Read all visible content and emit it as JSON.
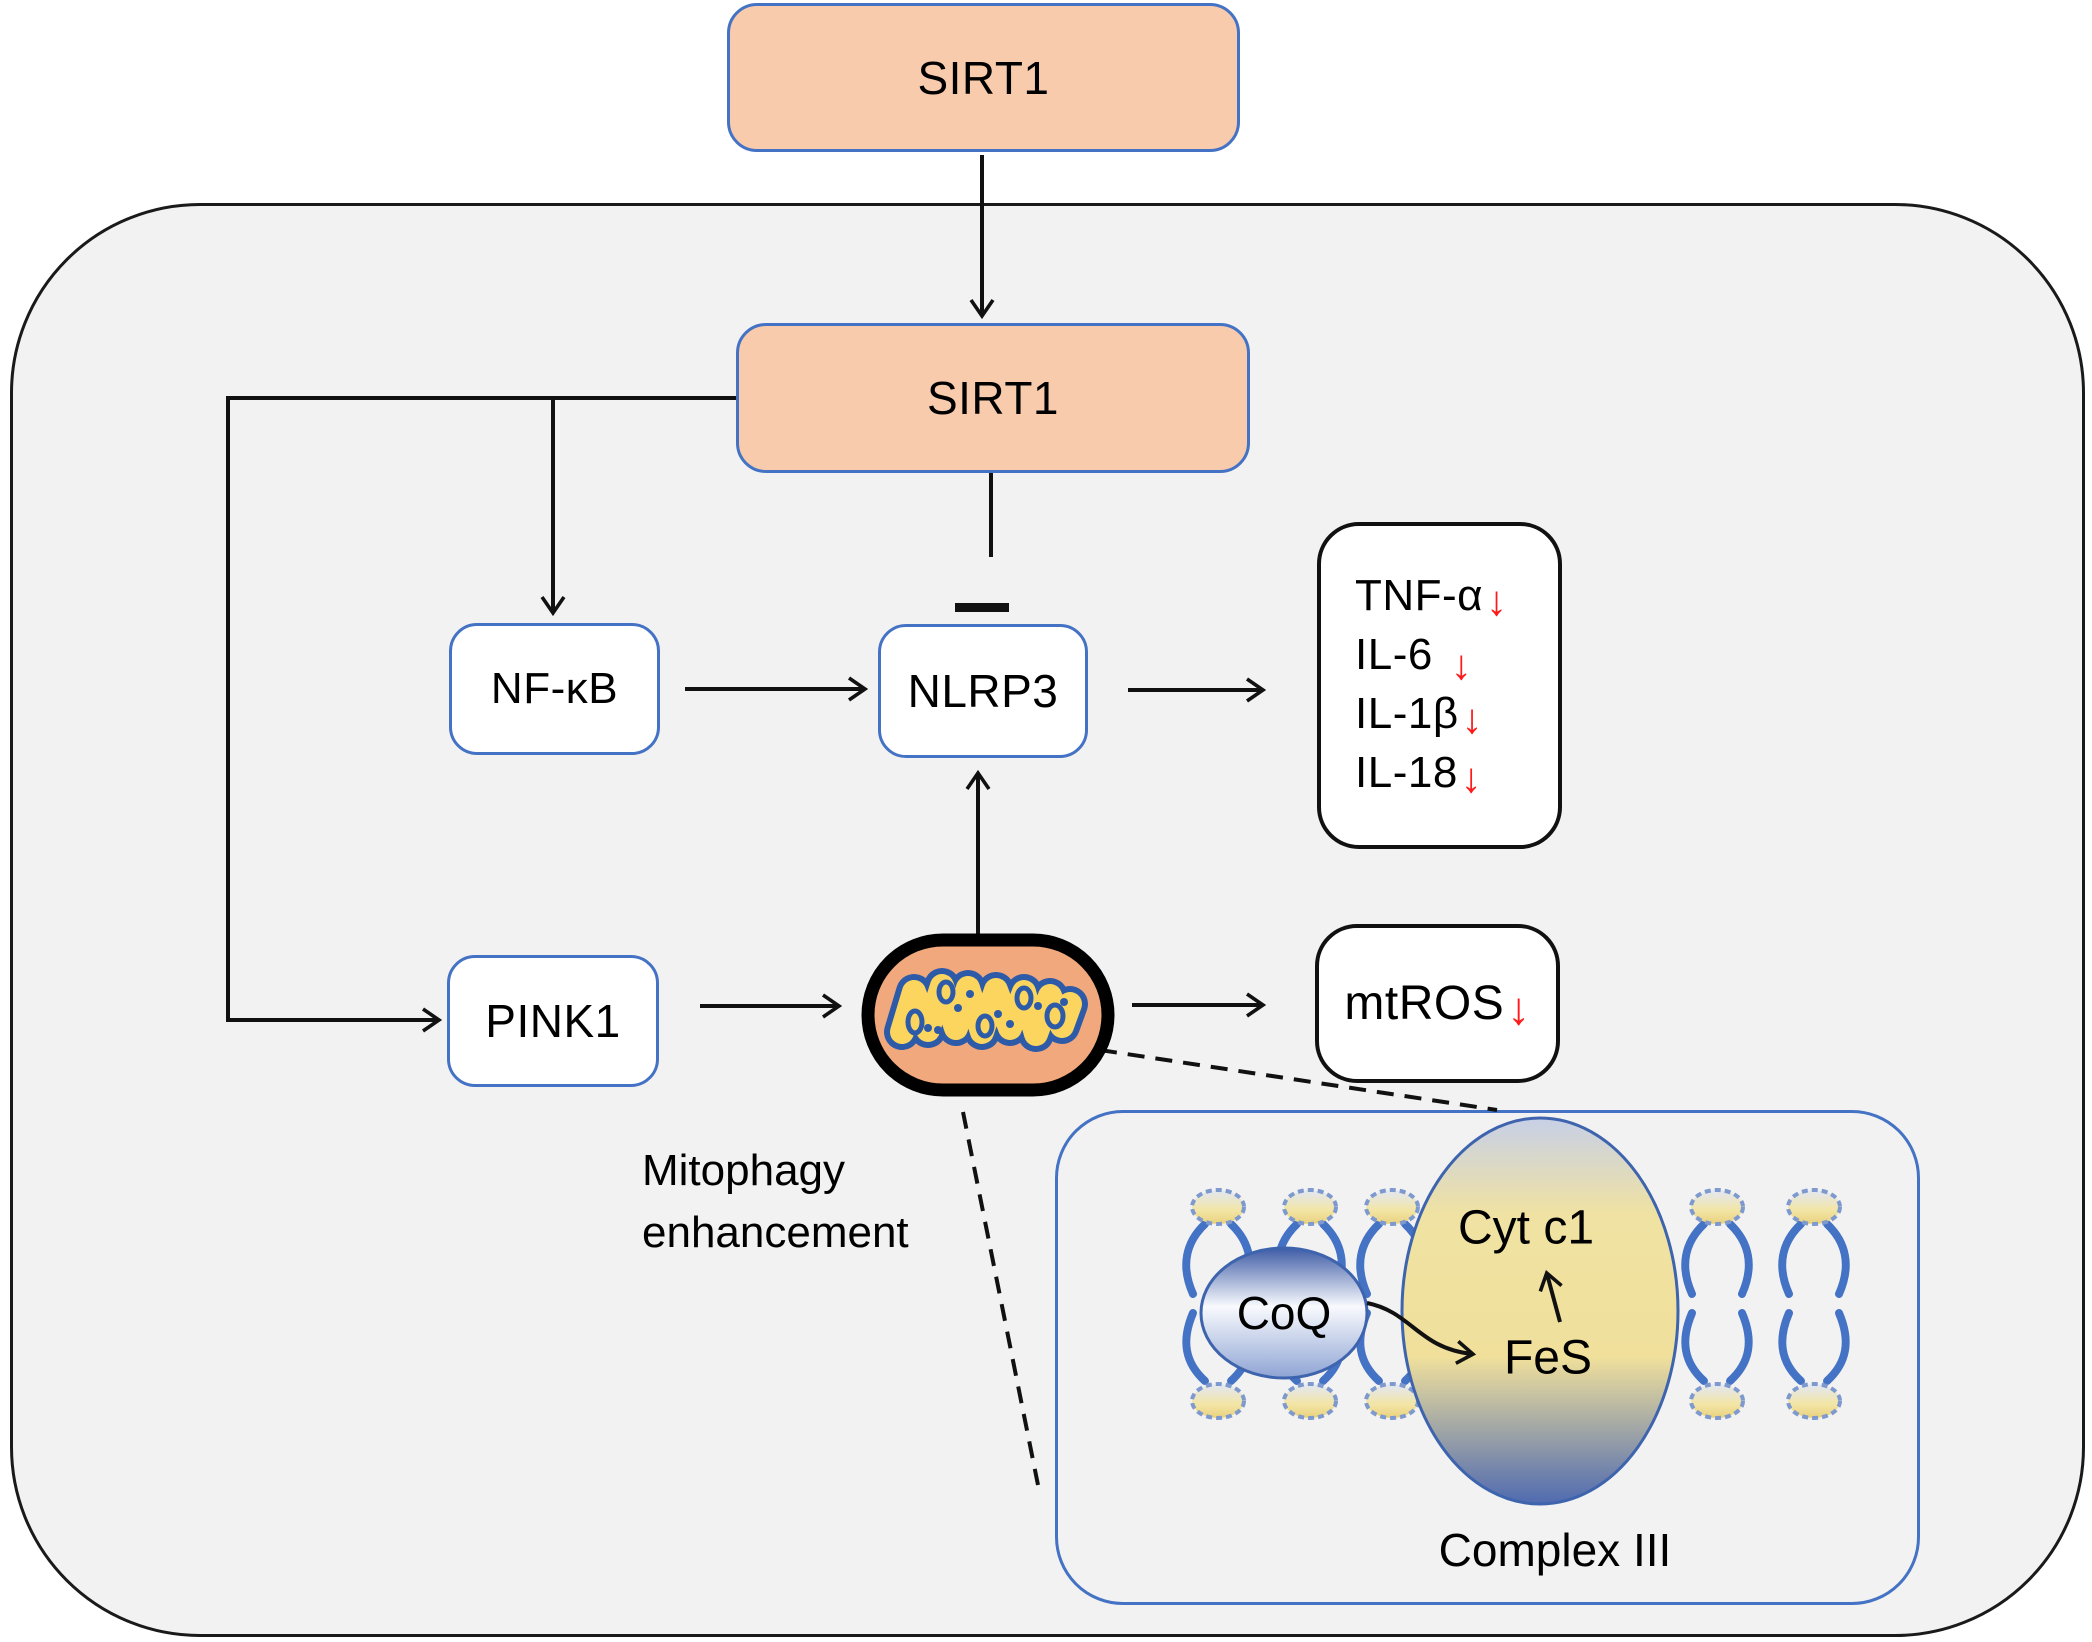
{
  "diagram": {
    "nodes": {
      "sirt1_top": "SIRT1",
      "sirt1_cell": "SIRT1",
      "nfkb": "NF-κB",
      "nlrp3": "NLRP3",
      "pink1": "PINK1"
    },
    "cytokines_box": {
      "items": [
        {
          "name": "TNF-α",
          "arrow": "↓"
        },
        {
          "name": "IL-6",
          "arrow": "↓"
        },
        {
          "name": "IL-1β",
          "arrow": "↓"
        },
        {
          "name": "IL-18",
          "arrow": "↓"
        }
      ]
    },
    "mtros_box": {
      "name": "mtROS",
      "arrow": "↓"
    },
    "mitophagy_label": {
      "line1": "Mitophagy",
      "line2": "enhancement"
    },
    "complex_box": {
      "coq": "CoQ",
      "cytc1": "Cyt c1",
      "fes": "FeS",
      "title": "Complex III"
    },
    "colors": {
      "node_border_blue": "#4472C4",
      "sirt1_fill": "#F8CBAD",
      "cell_fill": "#F2F2F2",
      "down_arrow_red": "#FF1A1A",
      "mito_fill": "#F0A87C",
      "cristae_yellow": "#FBD55E",
      "cristae_blue": "#2E5BA8",
      "membrane_blue": "#4472C4"
    }
  }
}
